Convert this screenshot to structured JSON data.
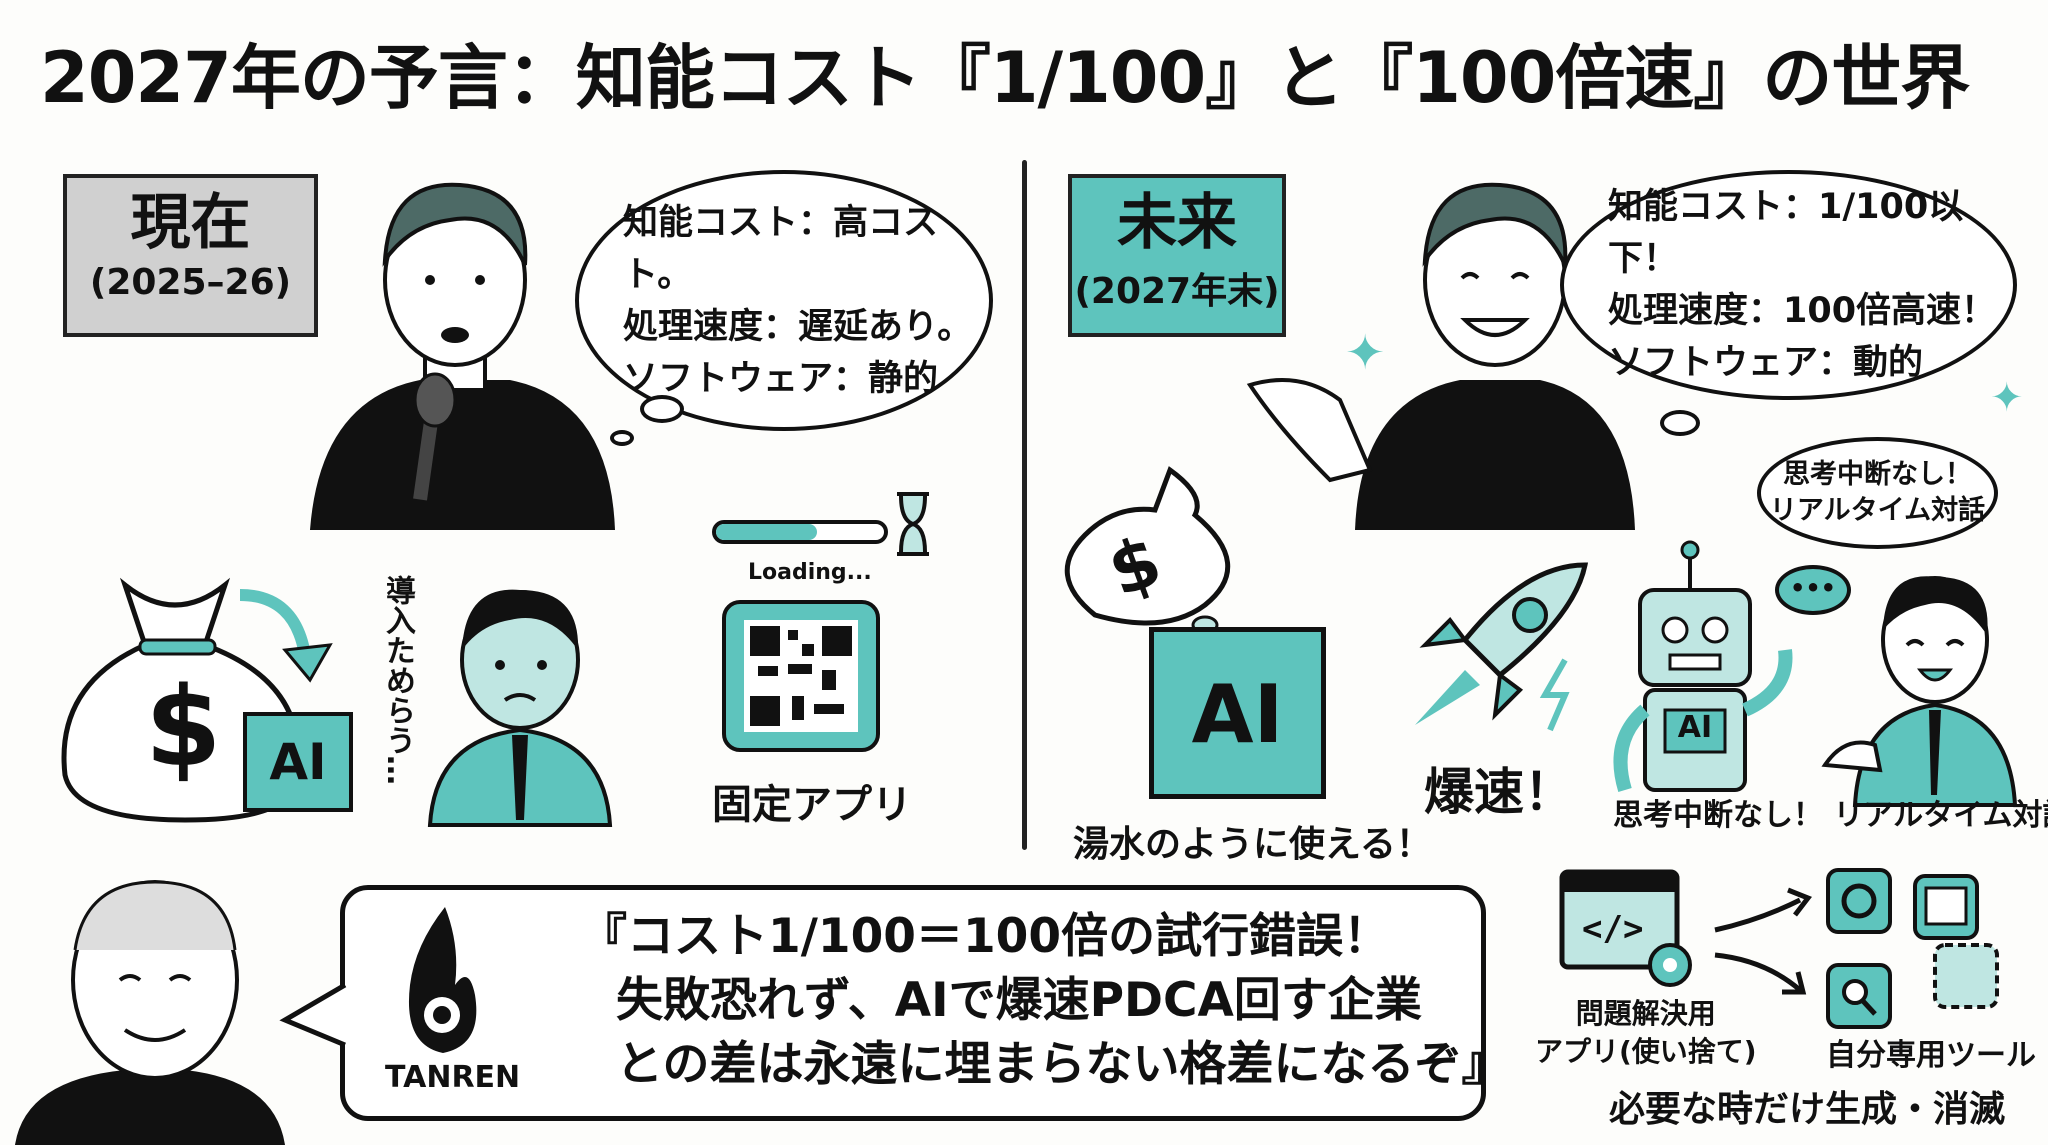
{
  "title": "2027年の予言：知能コスト『1/100』と『100倍速』の世界",
  "colors": {
    "teal": "#5ec4bd",
    "light_teal": "#bfe6e2",
    "gray": "#d0d0d0",
    "ink": "#111111"
  },
  "present": {
    "label": "現在",
    "period": "(2025–26)",
    "bubble": [
      "知能コスト：高コスト。",
      "処理速度：遅延あり。",
      "ソフトウェア：静的"
    ],
    "money_ai_label": "AI",
    "hesitate_label": "導入ためらう…",
    "loading_label": "Loading...",
    "fixed_app_label": "固定アプリ"
  },
  "future": {
    "label": "未来",
    "period": "(2027年末)",
    "bubble": [
      "知能コスト：1/100以下！",
      "処理速度：100倍高速！",
      "ソフトウェア：動的"
    ],
    "ai_box_label": "AI",
    "abundant_label": "湯水のように使える！",
    "fast_label": "爆速！",
    "robot_label": "AI",
    "chat_bubble": [
      "思考中断なし！",
      "リアルタイム対話"
    ],
    "chat_caption": "思考中断なし！ リアルタイム対話"
  },
  "quote": {
    "logo": "TANREN",
    "lines": [
      "『コスト1/100＝100倍の試行錯誤！",
      "失敗恐れず、AIで爆速PDCA回す企業",
      "との差は永遠に埋まらない格差になるぞ』"
    ]
  },
  "apps": {
    "disposable_label": [
      "問題解決用",
      "アプリ(使い捨て)"
    ],
    "custom_tools_label": "自分専用ツール",
    "summary": "必要な時だけ生成・消滅"
  }
}
